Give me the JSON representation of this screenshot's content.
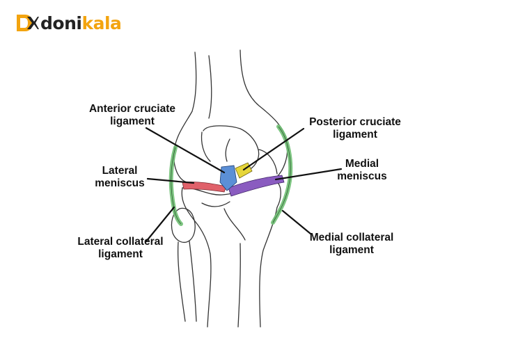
{
  "brand": {
    "prefix": "doni",
    "suffix": "kala",
    "mark_icon": "dk-monogram-icon",
    "colors": {
      "dark": "#222222",
      "accent": "#f3a40f"
    }
  },
  "labels": {
    "anterior_cruciate": {
      "line1": "Anterior cruciate",
      "line2": "ligament"
    },
    "posterior_cruciate": {
      "line1": "Posterior cruciate",
      "line2": "ligament"
    },
    "lateral_meniscus": {
      "line1": "Lateral",
      "line2": "meniscus"
    },
    "medial_meniscus": {
      "line1": "Medial",
      "line2": "meniscus"
    },
    "lateral_collateral": {
      "line1": "Lateral collateral",
      "line2": "ligament"
    },
    "medial_collateral": {
      "line1": "Medial collateral",
      "line2": "ligament"
    }
  },
  "colors": {
    "acl": "#5b8fd6",
    "pcl": "#e6d63a",
    "lateral_meniscus": "#e0616a",
    "medial_meniscus": "#8a5cc0",
    "collateral": "#6fbf73",
    "bone_outline": "#333333",
    "leader": "#111111"
  }
}
